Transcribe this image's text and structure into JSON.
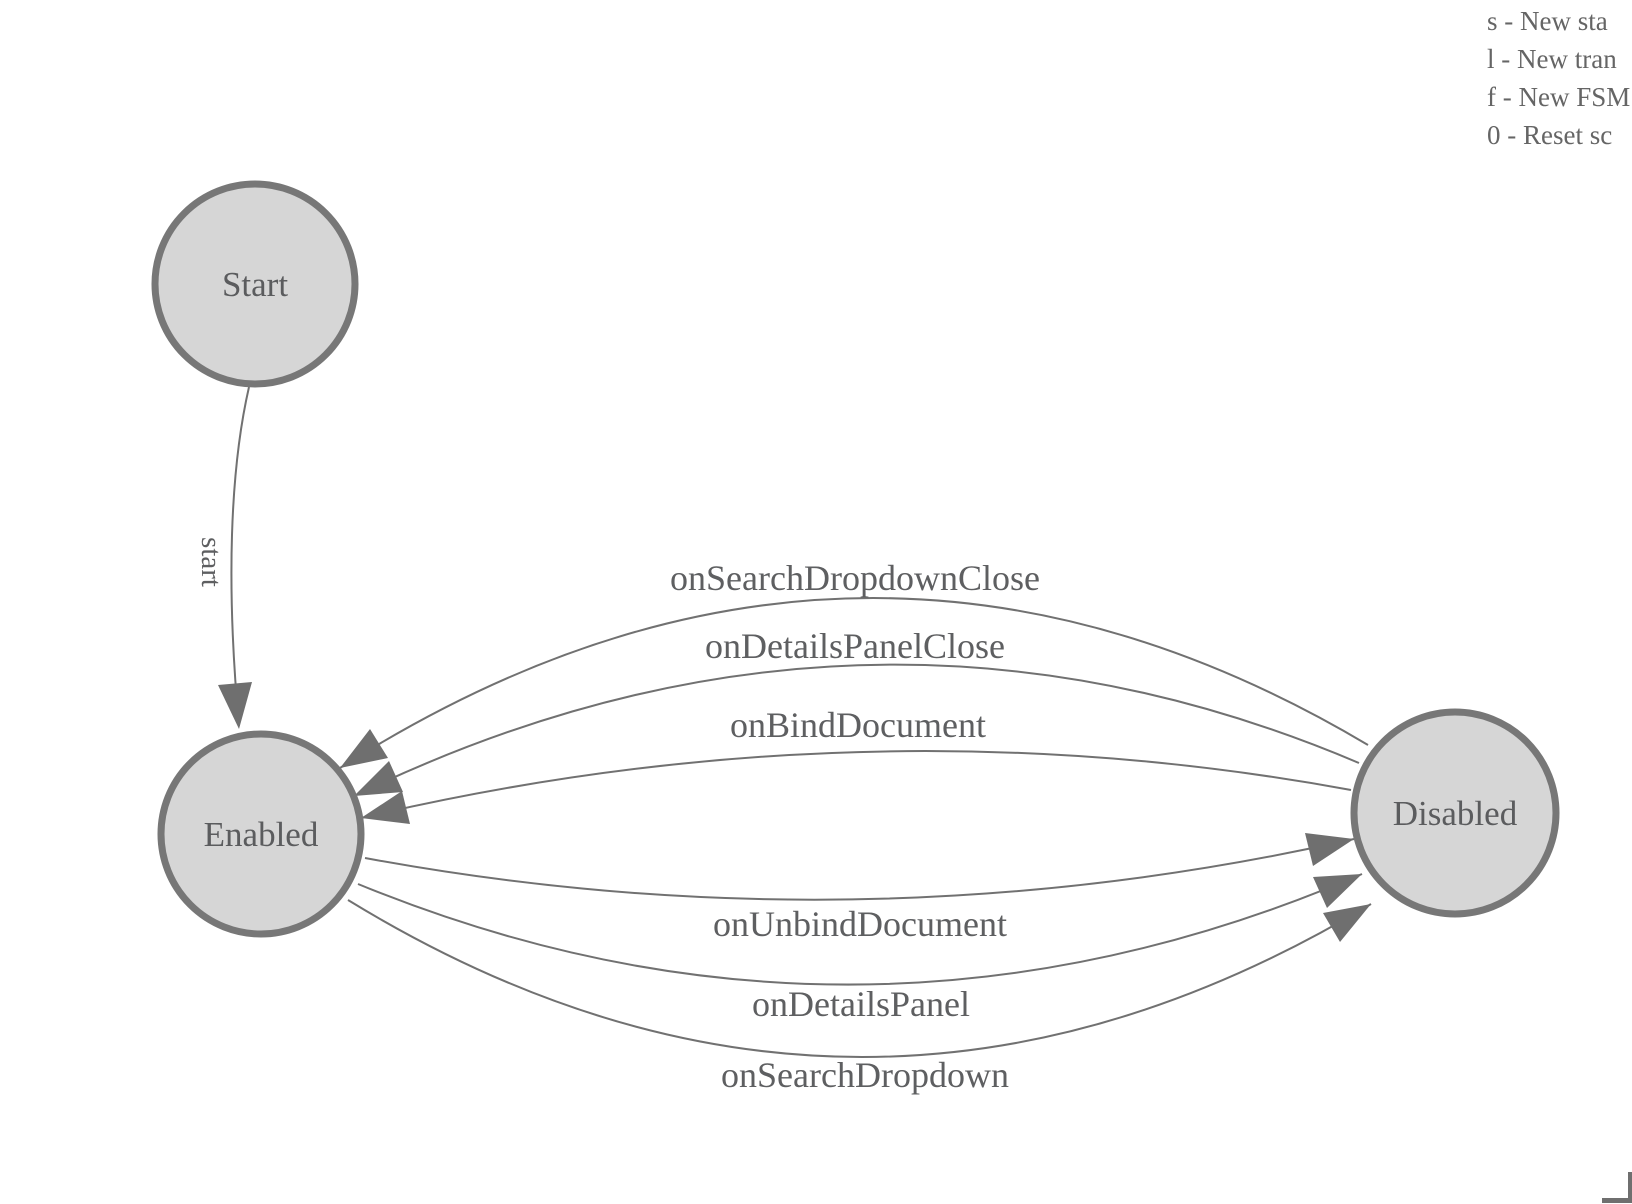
{
  "diagram": {
    "states": [
      {
        "id": "start",
        "label": "Start"
      },
      {
        "id": "enabled",
        "label": "Enabled"
      },
      {
        "id": "disabled",
        "label": "Disabled"
      }
    ],
    "transitions": [
      {
        "label": "start",
        "from": "start",
        "to": "enabled"
      },
      {
        "label": "onSearchDropdownClose",
        "from": "disabled",
        "to": "enabled"
      },
      {
        "label": "onDetailsPanelClose",
        "from": "disabled",
        "to": "enabled"
      },
      {
        "label": "onBindDocument",
        "from": "disabled",
        "to": "enabled"
      },
      {
        "label": "onUnbindDocument",
        "from": "enabled",
        "to": "disabled"
      },
      {
        "label": "onDetailsPanel",
        "from": "enabled",
        "to": "disabled"
      },
      {
        "label": "onSearchDropdown",
        "from": "enabled",
        "to": "disabled"
      }
    ]
  },
  "legend": {
    "lines": [
      "s - New sta",
      "l - New tran",
      "f - New FSM",
      "0 - Reset sc"
    ]
  },
  "colors": {
    "state_fill": "#d6d6d6",
    "state_stroke": "#777777",
    "edge_stroke": "#717171",
    "arrow_fill": "#6f6f6f",
    "label_text": "#5e5f61",
    "legend_text": "#656565"
  }
}
